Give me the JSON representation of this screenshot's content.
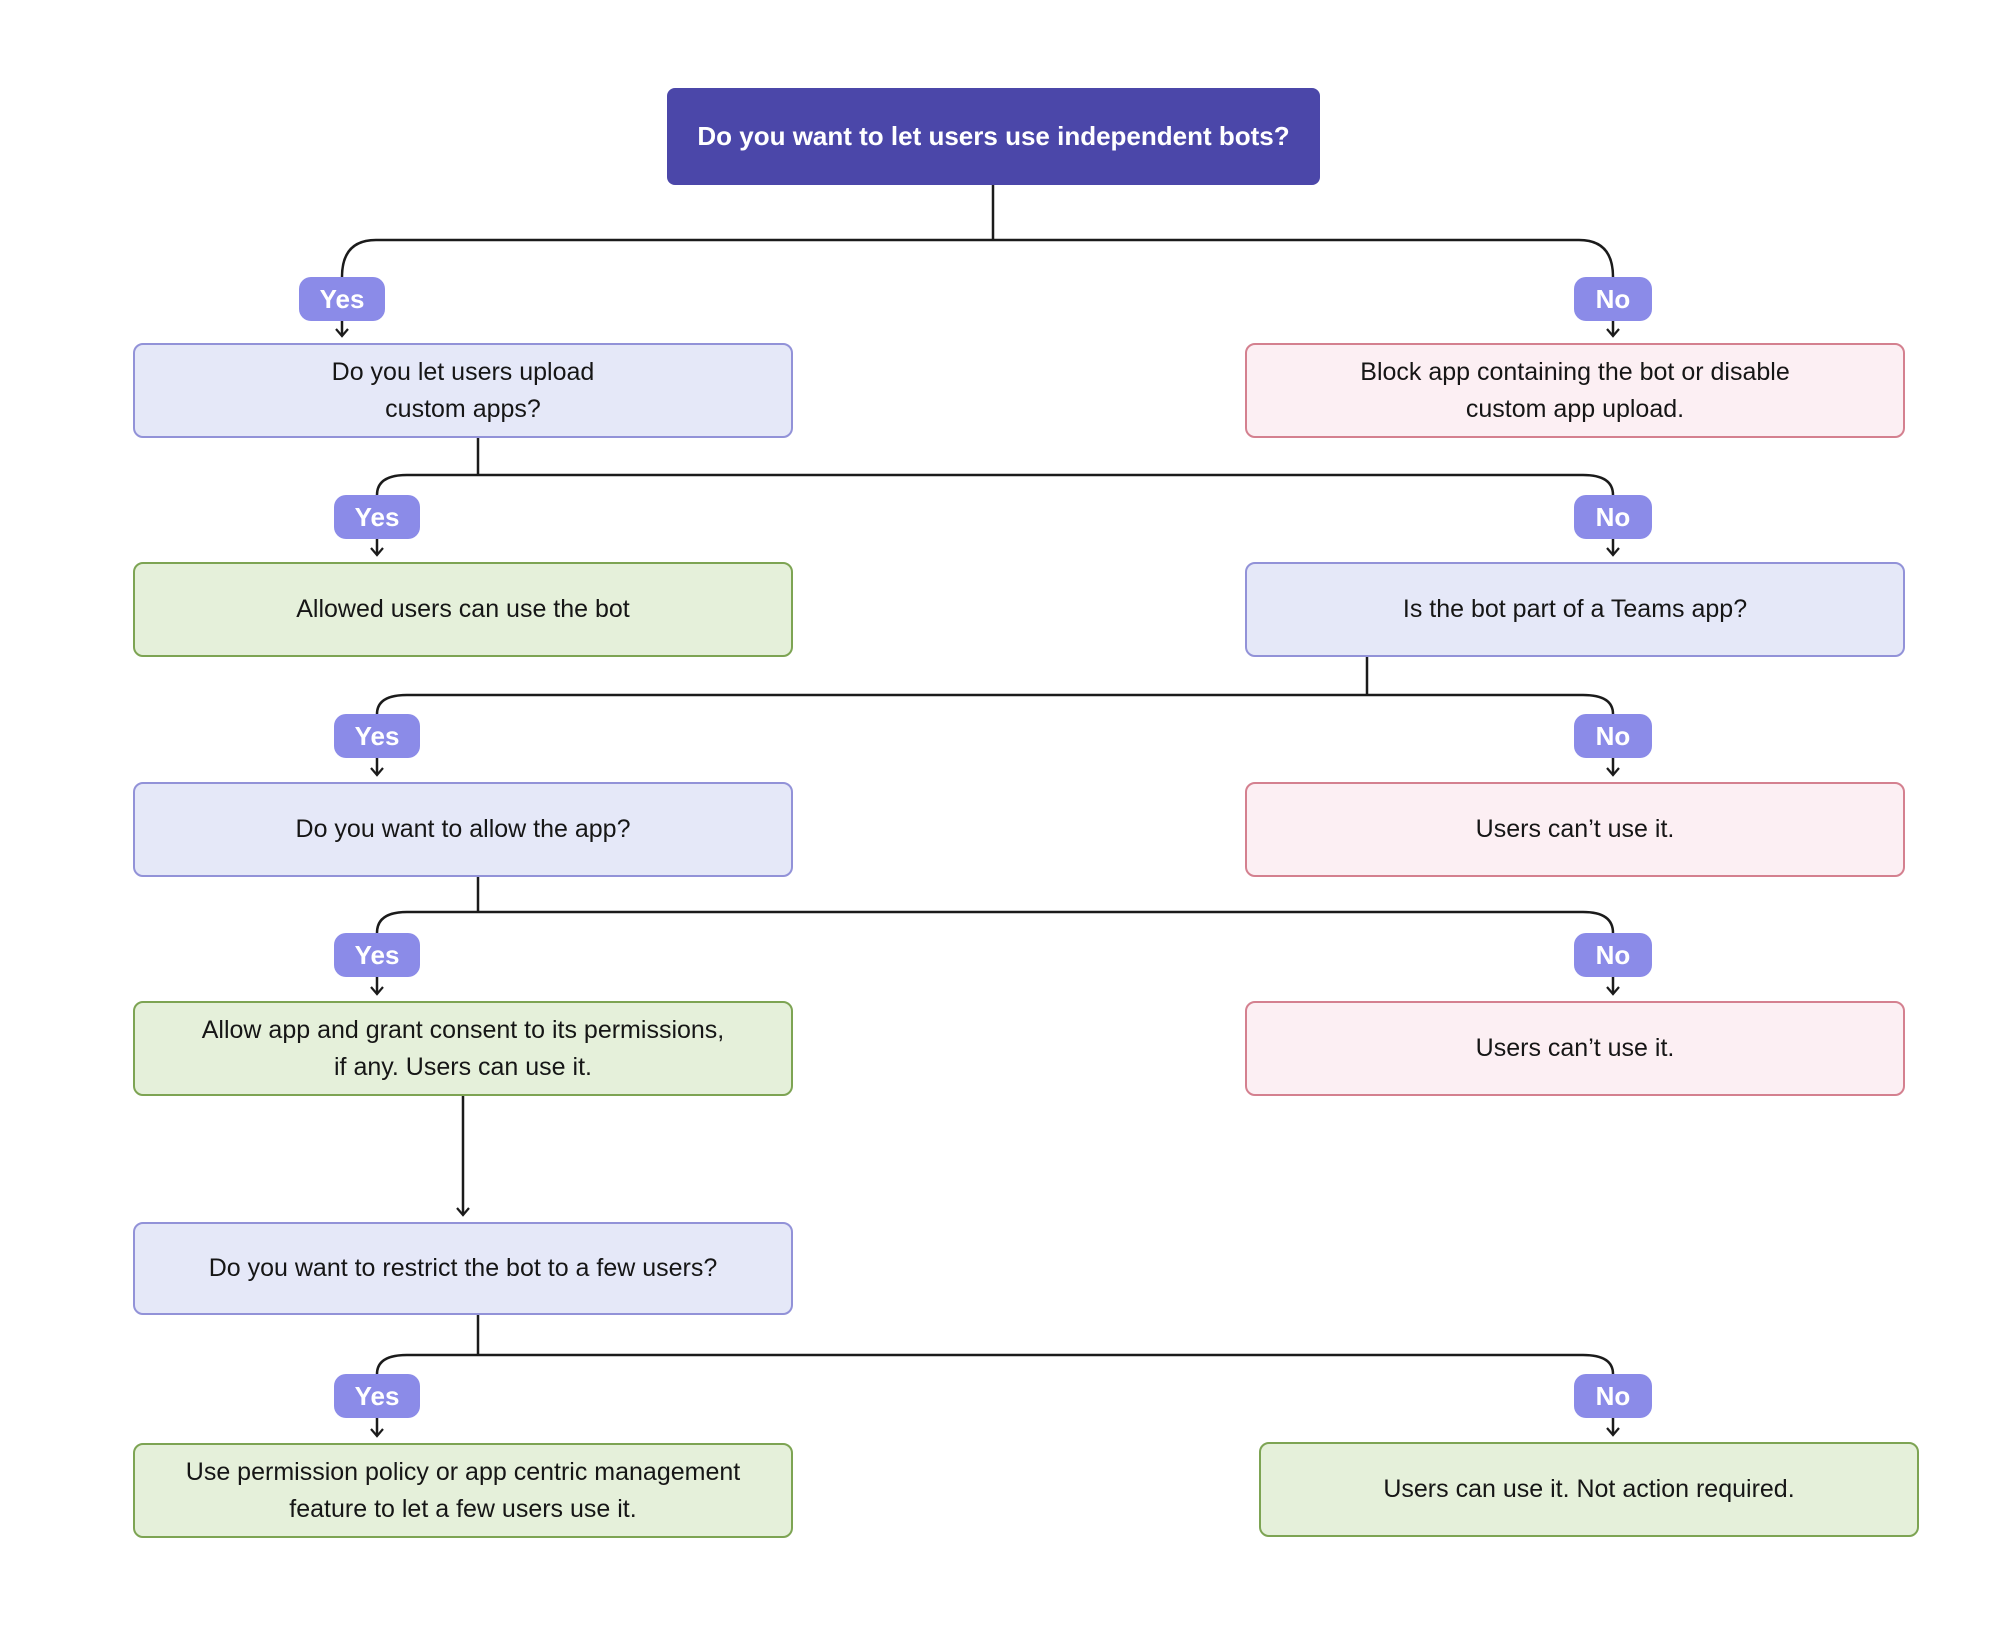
{
  "diagram": {
    "root": {
      "lines": [
        "Do you want to let users use independent bots?"
      ]
    },
    "branch_labels": {
      "yes": "Yes",
      "no": "No"
    },
    "nodes": {
      "q_upload": {
        "lines": [
          "Do you let users upload",
          "custom apps?"
        ]
      },
      "block_app": {
        "lines": [
          "Block app containing the bot or disable",
          "custom app upload."
        ]
      },
      "allowed_users": {
        "lines": [
          "Allowed users can use the bot"
        ]
      },
      "teams_app": {
        "lines": [
          "Is the bot part of a Teams app?"
        ]
      },
      "q_allow": {
        "lines": [
          "Do you want to allow the app?"
        ]
      },
      "cant_use_1": {
        "lines": [
          "Users can’t use it."
        ]
      },
      "allow_grant": {
        "lines": [
          "Allow app and grant consent to its permissions,",
          "if any. Users can use it."
        ]
      },
      "cant_use_2": {
        "lines": [
          "Users can’t use it."
        ]
      },
      "q_restrict": {
        "lines": [
          "Do you want to restrict the bot to a few users?"
        ]
      },
      "use_policy": {
        "lines": [
          "Use permission policy or app centric management",
          "feature to let a few users use it."
        ]
      },
      "can_use": {
        "lines": [
          "Users can use it. Not action required."
        ]
      }
    },
    "colors": {
      "root_fill": "#4B47A9",
      "branch_label_fill": "#8B8BE8",
      "question_fill": "#E5E8F8",
      "question_border": "#9292D8",
      "positive_fill": "#E5F0DA",
      "positive_border": "#7DA453",
      "negative_fill": "#FCEFF3",
      "negative_border": "#D4808F",
      "line": "#1B1B1B"
    }
  }
}
